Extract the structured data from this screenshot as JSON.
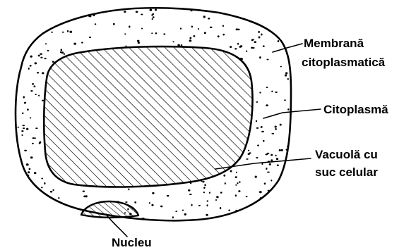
{
  "labels": {
    "membrane_line1": "Membrană",
    "membrane_line2": "citoplasmatică",
    "cytoplasm": "Citoplasmă",
    "vacuole_line1": "Vacuolă cu",
    "vacuole_line2": "suc celular",
    "nucleus": "Nucleu"
  }
}
